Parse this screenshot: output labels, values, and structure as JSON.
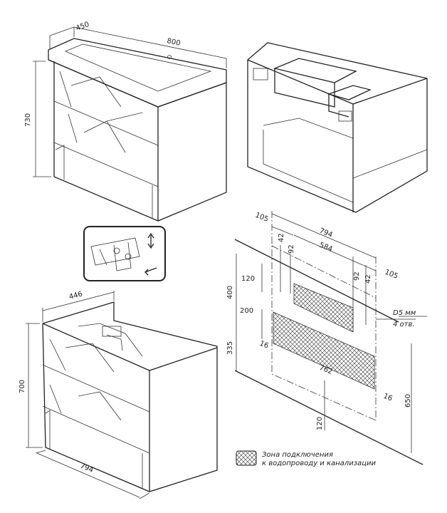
{
  "views": {
    "top_left": {
      "depth": "450",
      "width": "800",
      "height": "730"
    },
    "bottom_left": {
      "depth": "446",
      "height": "700",
      "width": "794"
    },
    "install": {
      "d105_left": "105",
      "d794": "794",
      "d584": "584",
      "d42_left": "42",
      "d92_left": "92",
      "d92_right": "92",
      "d42_right": "42",
      "d105_right": "105",
      "d400": "400",
      "d120_top": "120",
      "d200": "200",
      "d335": "335",
      "d16_left": "16",
      "d762": "762",
      "d16_right": "16",
      "d120_bottom": "120",
      "d650": "650",
      "hole_note_1": "D5 мм",
      "hole_note_2": "4 отв."
    }
  },
  "legend": {
    "line1": "Зона подключения",
    "line2": "к водопроводу и канализации"
  }
}
